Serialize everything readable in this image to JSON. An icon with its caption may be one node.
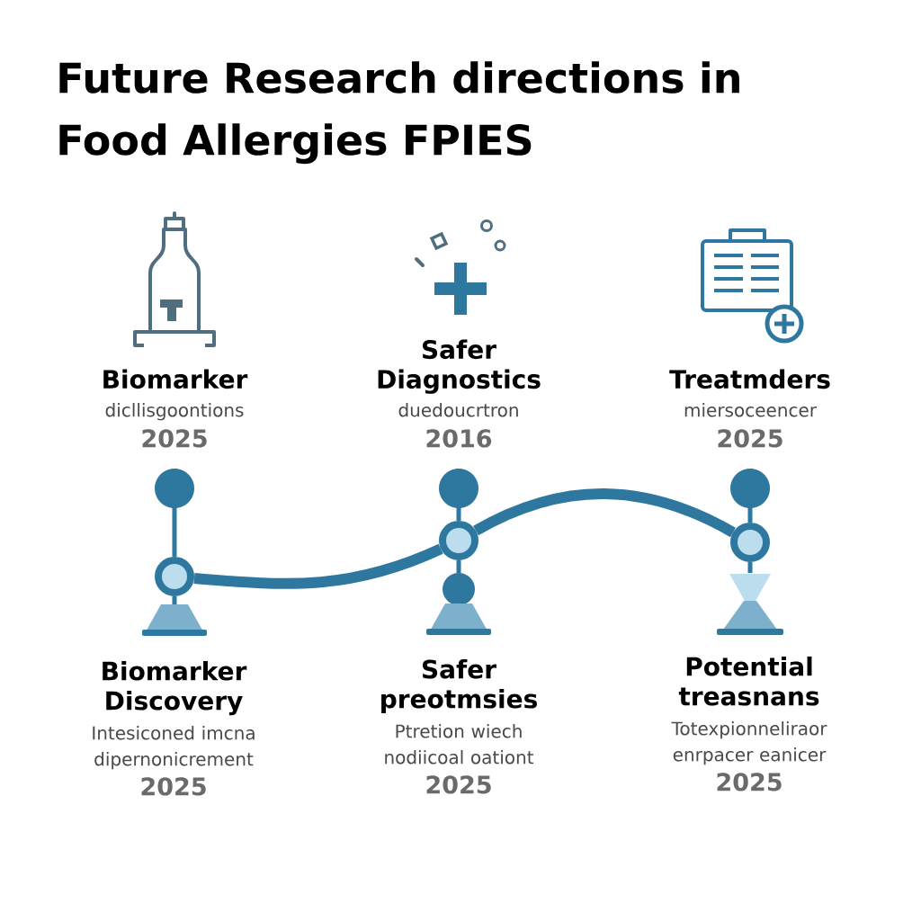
{
  "diagram": {
    "title": "Future Research directions in Food Allergies FPIES",
    "nodes": [
      {
        "text": [],
        "shape": "circle",
        "beside": [
          "Biomarker",
          "dicllisgoontions",
          "2025"
        ]
      },
      {
        "text": [],
        "shape": "ring"
      },
      {
        "text": [],
        "shape": "circle",
        "beside": [
          "Safer Diagnostics",
          "duedoucrtron",
          "2016"
        ]
      },
      {
        "text": [],
        "shape": "ring"
      },
      {
        "text": [],
        "shape": "circle"
      },
      {
        "text": [],
        "shape": "circle",
        "beside": [
          "Treatmders",
          "miersoceencer",
          "2025"
        ]
      },
      {
        "text": [],
        "shape": "ring"
      },
      {
        "text": [],
        "shape": "trapezoid",
        "beside": [
          "Biomarker Discovery",
          "Intesiconed imcna dipernonicrement",
          "2025"
        ]
      },
      {
        "text": [],
        "shape": "trapezoid",
        "beside": [
          "Safer preotmsies",
          "Ptretion wiech nodiicoal oationt",
          "2025"
        ]
      },
      {
        "text": [],
        "shape": "hourglass",
        "beside": [
          "Potential treasnans",
          "Totexpionneliraor enrpacer eanicer",
          "2025"
        ]
      }
    ],
    "edges": [
      {
        "from": 0,
        "to": 1,
        "arrow": "none"
      },
      {
        "from": 1,
        "to": 7,
        "arrow": "none"
      },
      {
        "from": 1,
        "to": 3,
        "arrow": "none",
        "style": "thick"
      },
      {
        "from": 2,
        "to": 3,
        "arrow": "none"
      },
      {
        "from": 3,
        "to": 4,
        "arrow": "none"
      },
      {
        "from": 3,
        "to": 6,
        "arrow": "none",
        "style": "thick"
      },
      {
        "from": 5,
        "to": 6,
        "arrow": "none"
      },
      {
        "from": 6,
        "to": 9,
        "arrow": "none"
      }
    ]
  }
}
